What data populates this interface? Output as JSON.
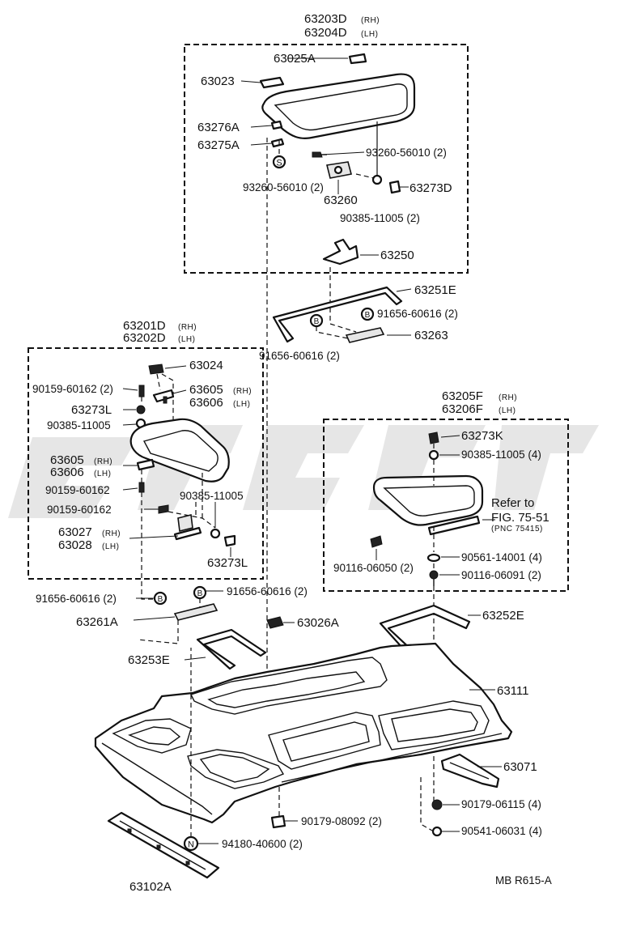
{
  "labels": {
    "g1_rh": "63203D",
    "g1_lh": "63204D",
    "p63025A": "63025A",
    "p63023": "63023",
    "p63276A": "63276A",
    "p63275A": "63275A",
    "b93260_a": "93260-56010 (2)",
    "b93260_b": "93260-56010 (2)",
    "p63260": "63260",
    "p63273D": "63273D",
    "n90385_a": "90385-11005 (2)",
    "p63250": "63250",
    "p63251E": "63251E",
    "c91656_a": "91656-60616 (2)",
    "c91656_b": "91656-60616 (2)",
    "p63263": "63263",
    "g2_rh": "63201D",
    "g2_lh": "63202D",
    "p63024": "63024",
    "s90159_a": "90159-60162 (2)",
    "p63605_a": "63605",
    "p63606_a": "63606",
    "p63273L_a": "63273L",
    "n90385_b": "90385-11005",
    "p63605_b": "63605",
    "p63606_b": "63606",
    "s90159_b": "90159-60162",
    "s90159_c": "90159-60162",
    "n90385_c": "90385-11005",
    "p63027": "63027",
    "p63028": "63028",
    "p63273L_b": "63273L",
    "c91656_c": "91656-60616 (2)",
    "c91656_d": "91656-60616 (2)",
    "p63261A": "63261A",
    "g3_rh": "63205F",
    "g3_lh": "63206F",
    "p63273K": "63273K",
    "n90385_d": "90385-11005 (4)",
    "refer_1": "Refer to",
    "refer_2": "FIG. 75-51",
    "refer_3": "(PNC 75415)",
    "w90561": "90561-14001 (4)",
    "s90116_a": "90116-06050 (2)",
    "s90116_b": "90116-06091 (2)",
    "p63252E": "63252E",
    "p63026A": "63026A",
    "p63253E": "63253E",
    "p63111": "63111",
    "p63071": "63071",
    "n90179_a": "90179-06115 (4)",
    "n90179_b": "90179-08092 (2)",
    "n90541": "90541-06031 (4)",
    "n94180": "94180-40600 (2)",
    "p63102A": "63102A",
    "footer": "MB  R615-A"
  },
  "tags": {
    "rh": "(RH)",
    "lh": "(LH)"
  },
  "symbols": {
    "s": "S",
    "b": "B",
    "n": "N"
  },
  "colors": {
    "ink": "#111111",
    "paper": "#ffffff",
    "watermark": "#d2d2d2"
  }
}
